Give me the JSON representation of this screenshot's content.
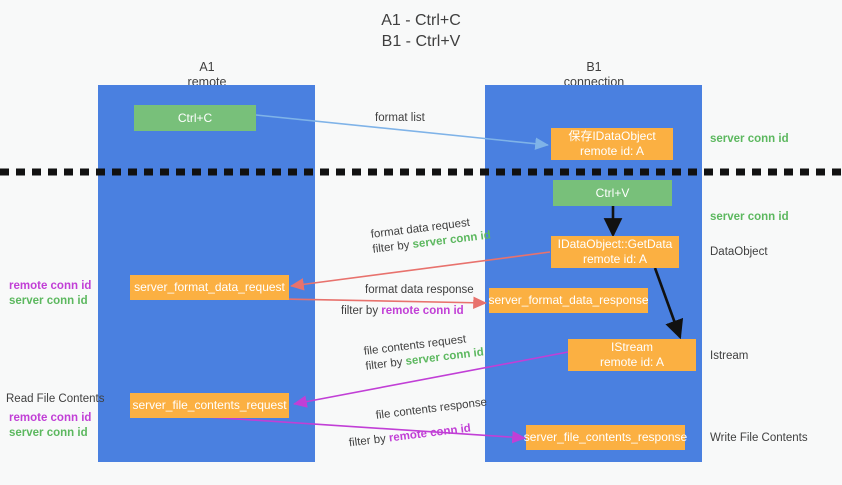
{
  "title": {
    "line1": "A1 - Ctrl+C",
    "line2": "B1 - Ctrl+V"
  },
  "columns": [
    {
      "id": "a1",
      "name": "A1",
      "sub": "remote"
    },
    {
      "id": "b1",
      "name": "B1",
      "sub": "connection"
    }
  ],
  "nodes": {
    "ctrl_c": {
      "line1": "Ctrl+C",
      "line2": ""
    },
    "ctrl_v": {
      "line1": "Ctrl+V",
      "line2": ""
    },
    "save_idataobject": {
      "line1": "保存IDataObject",
      "line2": "remote id: A"
    },
    "idataobject_getdata": {
      "line1": "IDataObject::GetData",
      "line2": "remote id: A"
    },
    "istream": {
      "line1": "IStream",
      "line2": "remote id: A"
    },
    "format_data_request": {
      "line1": "server_format_data_request",
      "line2": ""
    },
    "format_data_response": {
      "line1": "server_format_data_response",
      "line2": ""
    },
    "file_contents_request": {
      "line1": "server_file_contents_request",
      "line2": ""
    },
    "file_contents_response": {
      "line1": "server_file_contents_response",
      "line2": ""
    }
  },
  "edges": {
    "format_list": {
      "label": "format list"
    },
    "format_data_request": {
      "label": "format data request",
      "filter_prefix": "filter by ",
      "filter_key": "server conn id"
    },
    "format_data_response": {
      "label": "format data response",
      "filter_prefix": "filter by ",
      "filter_key": "remote conn id"
    },
    "file_contents_request": {
      "label": "file contents request",
      "filter_prefix": "filter by ",
      "filter_key": "server conn id"
    },
    "file_contents_response": {
      "label": "file contents response",
      "filter_prefix": "filter by ",
      "filter_key": "remote conn id"
    }
  },
  "annotations": {
    "right_server_conn_top": "server conn id",
    "right_server_conn_mid": "server conn id",
    "right_dataobject": "DataObject",
    "right_istream": "Istream",
    "right_write_file": "Write File Contents",
    "left_remote_conn_1": "remote conn id",
    "left_server_conn_1": "server conn id",
    "left_read_file": "Read File Contents",
    "left_remote_conn_2": "remote conn id",
    "left_server_conn_2": "server conn id"
  },
  "colors": {
    "lane_blue": "#4a80e0",
    "node_orange": "#fbb042",
    "node_green": "#78c07a",
    "server_green": "#5cb85f",
    "remote_purple": "#c13fd6",
    "arrow_red": "#e8726d",
    "arrow_blue": "#7fb3e8",
    "arrow_black": "#111111",
    "background": "#f8f9f9"
  }
}
